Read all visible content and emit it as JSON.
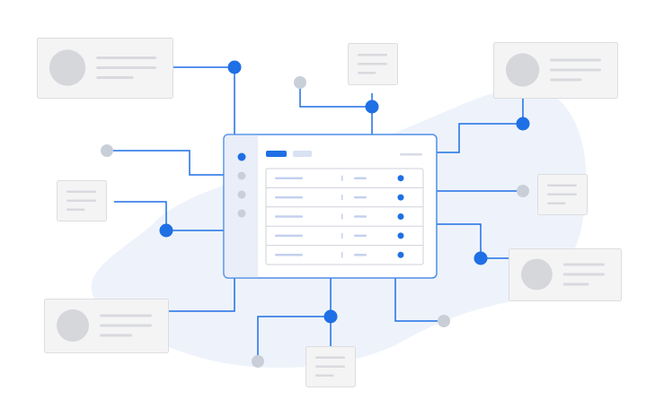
{
  "colors": {
    "background": "#ffffff",
    "blob": "#eef3fb",
    "connector": "#1f6fe5",
    "node_active": "#1f6fe5",
    "node_inactive": "#c9cfd8",
    "card_fill": "#f4f4f5",
    "card_border": "#dcdde0",
    "avatar": "#d5d7db",
    "card_line": "#d8dade",
    "dashboard_fill": "#ffffff",
    "dashboard_border": "#4f8de8",
    "sidebar_fill": "#e9eef8",
    "row_line": "#c3d0ee",
    "row_divider": "#cdd2db"
  },
  "icons": {
    "profile_card": "avatar-placeholder",
    "note_card": "text-lines-placeholder",
    "node": "connection-dot"
  },
  "dashboard": {
    "tab_count": 2,
    "active_tab_index": 0,
    "sidebar_item_count": 4,
    "active_sidebar_index": 0,
    "row_count": 5
  }
}
